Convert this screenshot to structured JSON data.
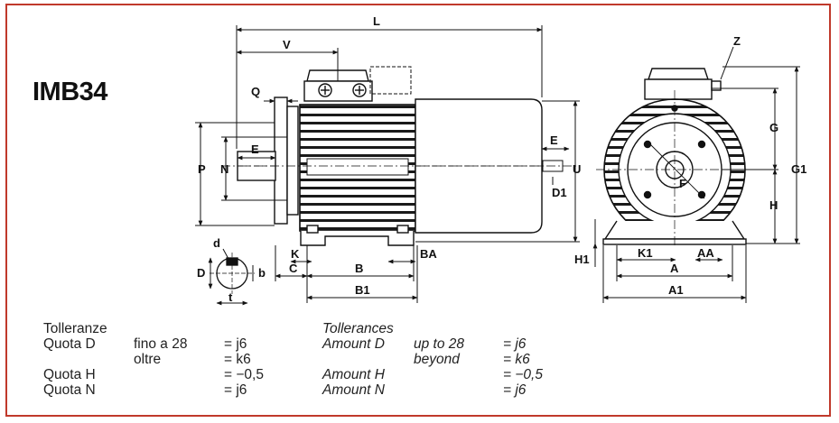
{
  "title": "IMB34",
  "dimension_labels": {
    "L": "L",
    "V": "V",
    "Q": "Q",
    "E": "E",
    "P": "P",
    "N": "N",
    "U": "U",
    "D1": "D1",
    "K": "K",
    "C": "C",
    "B": "B",
    "BA": "BA",
    "B1": "B1",
    "d": "d",
    "D": "D",
    "b": "b",
    "t": "t",
    "Z": "Z",
    "G": "G",
    "G1": "G1",
    "H": "H",
    "F": "F",
    "H1": "H1",
    "K1": "K1",
    "AA": "AA",
    "A": "A",
    "A1": "A1"
  },
  "tolerances_it": {
    "heading": "Tolleranze",
    "rows": [
      {
        "label": "Quota D",
        "condition": "fino a 28",
        "value": "= j6"
      },
      {
        "label": "",
        "condition": "oltre",
        "value": "= k6"
      },
      {
        "label": "Quota H",
        "condition": "",
        "value": "= −0,5"
      },
      {
        "label": "Quota N",
        "condition": "",
        "value": "= j6"
      }
    ]
  },
  "tolerances_en": {
    "heading": "Tollerances",
    "rows": [
      {
        "label": "Amount D",
        "condition": "up to 28",
        "value": "= j6"
      },
      {
        "label": "",
        "condition": "beyond",
        "value": "= k6"
      },
      {
        "label": "Amount H",
        "condition": "",
        "value": "= −0,5"
      },
      {
        "label": "Amount N",
        "condition": "",
        "value": "= j6"
      }
    ]
  }
}
